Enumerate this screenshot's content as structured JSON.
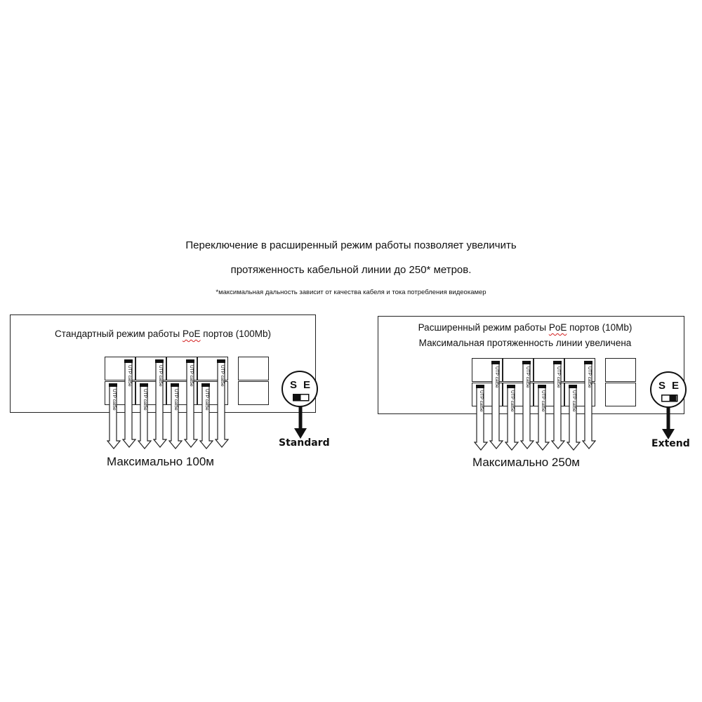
{
  "heading": {
    "line1": "Переключение в расширенный режим работы позволяет увеличить",
    "line2": "протяженность кабельной линии до 250* метров.",
    "note": "*максимальная дальность зависит от качества кабеля и тока потребления видеокамер"
  },
  "standard": {
    "title_before": "Стандартный  режим работы ",
    "title_poe": "PoE",
    "title_after": " портов (100Mb)",
    "cable_label": "UTP cat5e",
    "switch_s": "S",
    "switch_e": "E",
    "mode": "Standard",
    "max_distance": "Максимально 100м"
  },
  "extended": {
    "title_line1_before": "Расширенный режим работы ",
    "title_line1_poe": "PoE",
    "title_line1_after": " портов (10Mb)",
    "title_line2": "Максимальная протяженность линии увеличена",
    "cable_label": "UTP cat5e",
    "switch_s": "S",
    "switch_e": "E",
    "mode": "Extend",
    "max_distance": "Максимально 250м"
  },
  "colors": {
    "outline": "#222222",
    "poe_underline": "#d42020"
  }
}
